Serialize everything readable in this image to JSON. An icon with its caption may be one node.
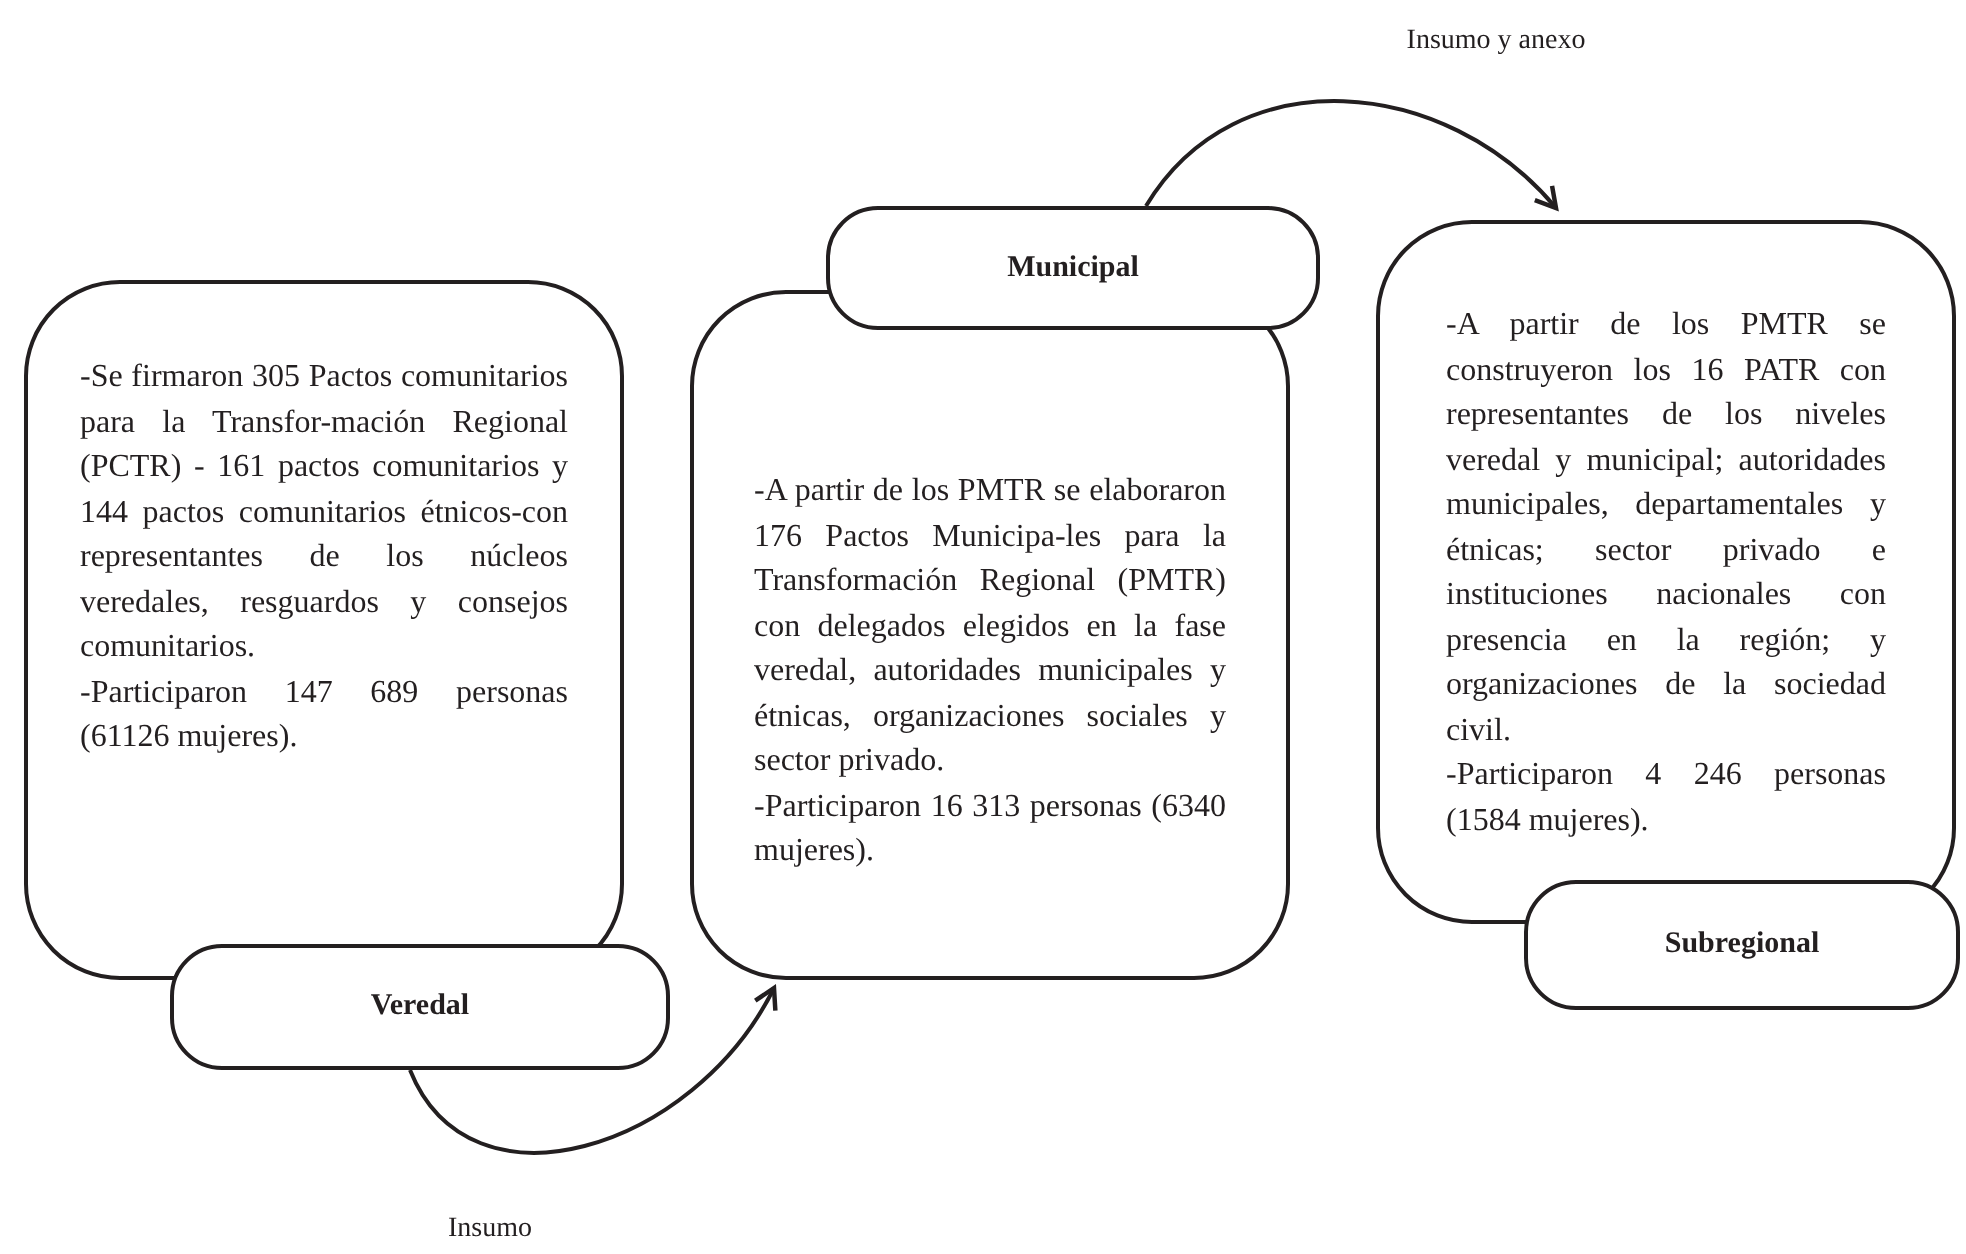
{
  "diagram": {
    "nodes": [
      {
        "text": [
          "-Se firmaron 305 Pactos comunitarios para la Transfor-mación Regional (PCTR) - 161 pactos comunitarios y 144 pactos comunitarios étnicos-con representantes de los núcleos veredales, resguardos y consejos comunitarios.",
          "-Participaron 147 689 personas (61126 mujeres)."
        ]
      },
      {
        "text": [
          "Veredal"
        ]
      },
      {
        "text": [
          "-A partir de los PMTR se elaboraron 176 Pactos Municipa-les para la Transformación Regional (PMTR) con delegados elegidos en la fase veredal, autoridades municipales y étnicas, organizaciones sociales y sector privado.",
          "-Participaron 16 313 personas (6340 mujeres)."
        ]
      },
      {
        "text": [
          "Municipal"
        ]
      },
      {
        "text": [
          "-A partir de los PMTR se construyeron los 16 PATR con representantes de los niveles veredal y municipal; autoridades municipales, departamentales y étnicas; sector privado e instituciones nacionales con presencia en la región; y organizaciones de la sociedad civil.",
          "-Participaron 4 246 personas (1584 mujeres)."
        ]
      },
      {
        "text": [
          "Subregional"
        ]
      }
    ],
    "edges": [
      {
        "from": 1,
        "to": 2,
        "arrow": "to",
        "label": "Insumo"
      },
      {
        "from": 3,
        "to": 4,
        "arrow": "to",
        "label": "Insumo y anexo"
      }
    ]
  }
}
